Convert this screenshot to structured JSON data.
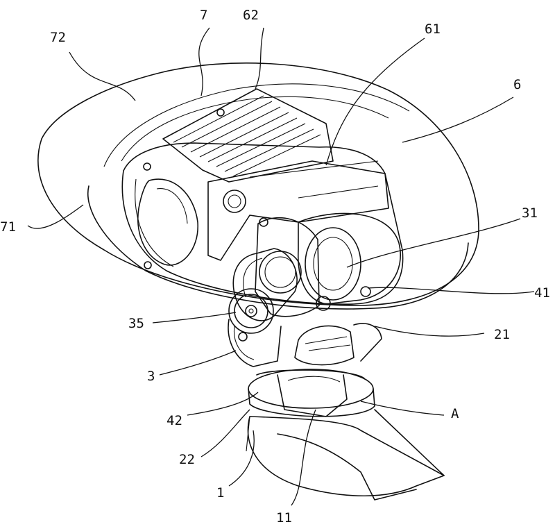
{
  "labels": {
    "l72": "72",
    "l7": "7",
    "l62": "62",
    "l61": "61",
    "l6": "6",
    "l71": "71",
    "l31": "31",
    "l41": "41",
    "l35": "35",
    "l21": "21",
    "l3": "3",
    "l42": "42",
    "lA": "A",
    "l22": "22",
    "l1": "1",
    "l11": "11"
  },
  "colors": {
    "line": "#111111",
    "background": "#ffffff"
  }
}
